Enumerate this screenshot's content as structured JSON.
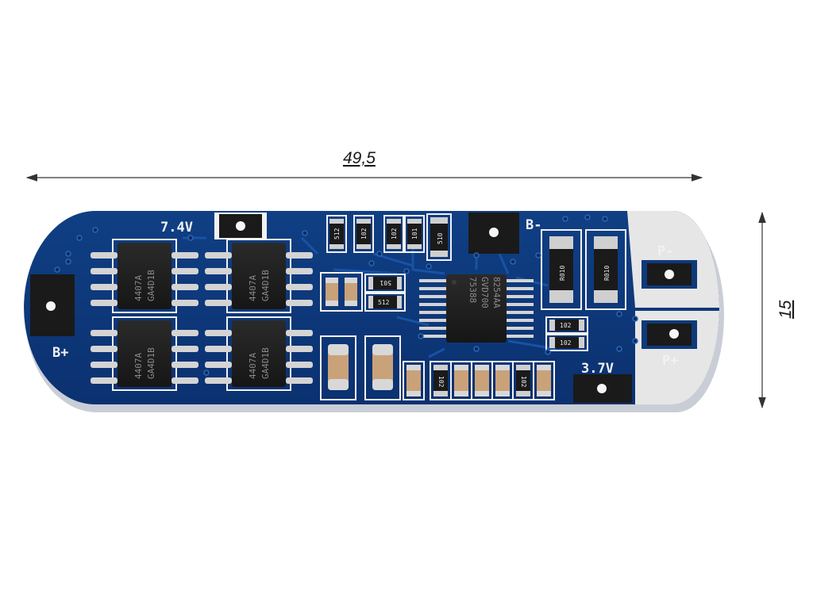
{
  "dimensions": {
    "width_label": "49,5",
    "height_label": "15"
  },
  "board": {
    "colors": {
      "pcb": "#0e3a7a",
      "pcb_dark": "#0a2c5e",
      "trace": "#17509e",
      "silk": "#f2f2f2",
      "chip": "#1c1c1c",
      "pin": "#d0d0d0",
      "pad": "#e8e8e8"
    },
    "labels": {
      "b_plus": "B+",
      "b_minus": "B-",
      "p_minus": "P-",
      "p_plus": "P+",
      "v74": "7.4V",
      "v37": "3.7V"
    },
    "mosfets": [
      {
        "line1": "4407A",
        "line2": "GA4D1B"
      },
      {
        "line1": "4407A",
        "line2": "GA4D1B"
      },
      {
        "line1": "4407A",
        "line2": "GA4D1B"
      },
      {
        "line1": "4407A",
        "line2": "GA4D1B"
      }
    ],
    "ic": {
      "line1": "8254AA",
      "line2": "GVD700",
      "line3": "75388"
    },
    "resistors": {
      "r_top_1": "512",
      "r_top_2": "102",
      "r_top_3": "102",
      "r_top_4": "101",
      "r_top_5": "510",
      "r_mid_1": "501",
      "r_mid_2": "512",
      "r_right_1": "R010",
      "r_right_2": "R010",
      "r_right_3": "102",
      "r_right_4": "102",
      "r_bot_1": "102",
      "r_bot_2": "102"
    }
  }
}
